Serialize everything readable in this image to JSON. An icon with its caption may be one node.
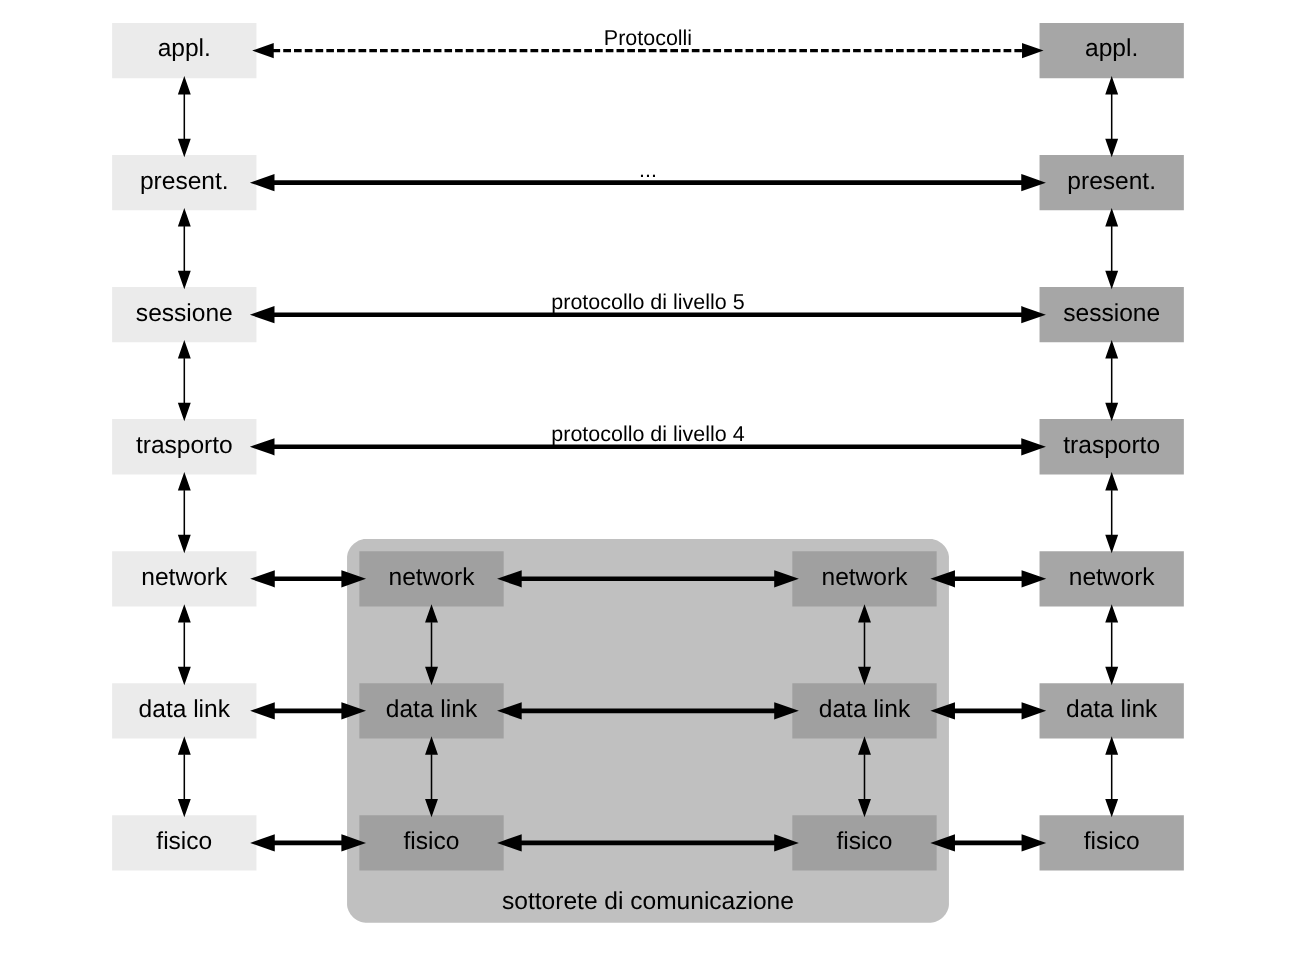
{
  "diagram": {
    "nodes": [
      {
        "text": [
          "appl."
        ]
      },
      {
        "text": [
          "present."
        ]
      },
      {
        "text": [
          "sessione"
        ]
      },
      {
        "text": [
          "trasporto"
        ]
      },
      {
        "text": [
          "network"
        ]
      },
      {
        "text": [
          "data link"
        ]
      },
      {
        "text": [
          "fisico"
        ]
      },
      {
        "text": [
          "appl."
        ]
      },
      {
        "text": [
          "present."
        ]
      },
      {
        "text": [
          "sessione"
        ]
      },
      {
        "text": [
          "trasporto"
        ]
      },
      {
        "text": [
          "network"
        ]
      },
      {
        "text": [
          "data link"
        ]
      },
      {
        "text": [
          "fisico"
        ]
      },
      {
        "text": [
          "sottorete di comunicazione"
        ]
      },
      {
        "text": [
          "network"
        ],
        "in": 14
      },
      {
        "text": [
          "data link"
        ],
        "in": 14
      },
      {
        "text": [
          "fisico"
        ],
        "in": 14
      },
      {
        "text": [
          "network"
        ],
        "in": 14
      },
      {
        "text": [
          "data link"
        ],
        "in": 14
      },
      {
        "text": [
          "fisico"
        ],
        "in": 14
      }
    ],
    "edges": [
      {
        "from": 0,
        "to": 1,
        "arrow": "both"
      },
      {
        "from": 1,
        "to": 2,
        "arrow": "both"
      },
      {
        "from": 2,
        "to": 3,
        "arrow": "both"
      },
      {
        "from": 3,
        "to": 4,
        "arrow": "both"
      },
      {
        "from": 4,
        "to": 5,
        "arrow": "both"
      },
      {
        "from": 5,
        "to": 6,
        "arrow": "both"
      },
      {
        "from": 7,
        "to": 8,
        "arrow": "both"
      },
      {
        "from": 8,
        "to": 9,
        "arrow": "both"
      },
      {
        "from": 9,
        "to": 10,
        "arrow": "both"
      },
      {
        "from": 10,
        "to": 11,
        "arrow": "both"
      },
      {
        "from": 11,
        "to": 12,
        "arrow": "both"
      },
      {
        "from": 12,
        "to": 13,
        "arrow": "both"
      },
      {
        "from": 15,
        "to": 16,
        "arrow": "both"
      },
      {
        "from": 16,
        "to": 17,
        "arrow": "both"
      },
      {
        "from": 18,
        "to": 19,
        "arrow": "both"
      },
      {
        "from": 19,
        "to": 20,
        "arrow": "both"
      },
      {
        "from": 0,
        "to": 7,
        "arrow": "both",
        "label": "Protocolli",
        "style": "dashed"
      },
      {
        "from": 1,
        "to": 8,
        "arrow": "both",
        "label": "...",
        "style": "thick"
      },
      {
        "from": 2,
        "to": 9,
        "arrow": "both",
        "label": "protocollo di livello 5",
        "style": "thick"
      },
      {
        "from": 3,
        "to": 10,
        "arrow": "both",
        "label": "protocollo di livello 4",
        "style": "thick"
      },
      {
        "from": 4,
        "to": 15,
        "arrow": "both",
        "style": "thick"
      },
      {
        "from": 15,
        "to": 18,
        "arrow": "both",
        "style": "thick"
      },
      {
        "from": 18,
        "to": 11,
        "arrow": "both",
        "style": "thick"
      },
      {
        "from": 5,
        "to": 16,
        "arrow": "both",
        "style": "thick"
      },
      {
        "from": 16,
        "to": 19,
        "arrow": "both",
        "style": "thick"
      },
      {
        "from": 19,
        "to": 12,
        "arrow": "both",
        "style": "thick"
      },
      {
        "from": 6,
        "to": 17,
        "arrow": "both",
        "style": "thick"
      },
      {
        "from": 17,
        "to": 20,
        "arrow": "both",
        "style": "thick"
      },
      {
        "from": 20,
        "to": 13,
        "arrow": "both",
        "style": "thick"
      }
    ]
  }
}
